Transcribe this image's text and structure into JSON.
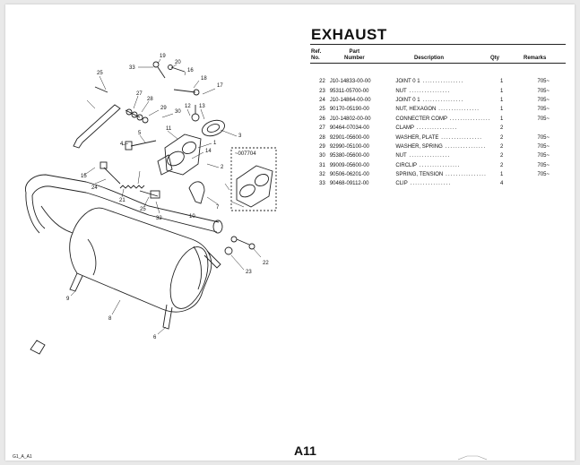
{
  "title": "EXHAUST",
  "headers": {
    "ref_line1": "Ref.",
    "ref_line2": "No.",
    "part_line1": "Part",
    "part_line2": "Number",
    "description": "Description",
    "qty": "Qty",
    "remarks": "Remarks"
  },
  "rows": [
    {
      "ref": "22",
      "part": "J10-14833-00-00",
      "desc": "JOINT 0 1",
      "qty": "1",
      "remarks": "705~"
    },
    {
      "ref": "23",
      "part": "95311-05700-00",
      "desc": "NUT",
      "qty": "1",
      "remarks": "705~"
    },
    {
      "ref": "24",
      "part": "J10-14864-00-00",
      "desc": "JOINT 0 1",
      "qty": "1",
      "remarks": "705~"
    },
    {
      "ref": "25",
      "part": "90170-05190-00",
      "desc": "NUT, HEXAGON",
      "qty": "1",
      "remarks": "705~"
    },
    {
      "ref": "26",
      "part": "J10-14802-00-00",
      "desc": "CONNECTER COMP",
      "qty": "1",
      "remarks": "705~"
    },
    {
      "ref": "27",
      "part": "90464-07034-00",
      "desc": "CLAMP",
      "qty": "2",
      "remarks": ""
    },
    {
      "ref": "28",
      "part": "92901-05600-00",
      "desc": "WASHER, PLATE",
      "qty": "2",
      "remarks": "705~"
    },
    {
      "ref": "29",
      "part": "92990-05100-00",
      "desc": "WASHER, SPRING",
      "qty": "2",
      "remarks": "705~"
    },
    {
      "ref": "30",
      "part": "95380-05600-00",
      "desc": "NUT",
      "qty": "2",
      "remarks": "705~"
    },
    {
      "ref": "31",
      "part": "99009-05600-00",
      "desc": "CIRCLIP",
      "qty": "2",
      "remarks": "705~"
    },
    {
      "ref": "32",
      "part": "90506-06201-00",
      "desc": "SPRING, TENSION",
      "qty": "1",
      "remarks": "705~"
    },
    {
      "ref": "33",
      "part": "90468-09112-00",
      "desc": "CLIP",
      "qty": "4",
      "remarks": ""
    }
  ],
  "diagram_labels": [
    "19",
    "33",
    "20",
    "16",
    "18",
    "17",
    "25",
    "27",
    "28",
    "29",
    "30",
    "12",
    "13",
    "11",
    "3",
    "4",
    "5",
    "1",
    "2",
    "14",
    "15",
    "24",
    "21",
    "25",
    "32",
    "23",
    "22",
    "9",
    "6",
    "8",
    "7",
    "10"
  ],
  "diagram_box_label": "~007704",
  "footer_code": "G1_A_A1",
  "page_number": "A11"
}
